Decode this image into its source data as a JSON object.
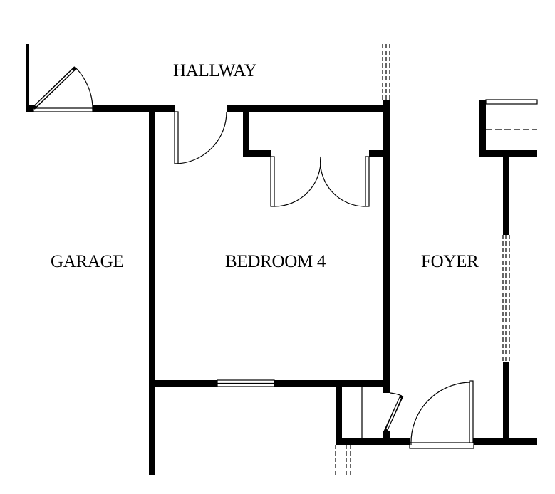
{
  "rooms": {
    "hallway": "HALLWAY",
    "garage": "GARAGE",
    "bedroom": "BEDROOM 4",
    "foyer": "FOYER"
  },
  "colors": {
    "wall": "#000000",
    "background": "#ffffff"
  }
}
